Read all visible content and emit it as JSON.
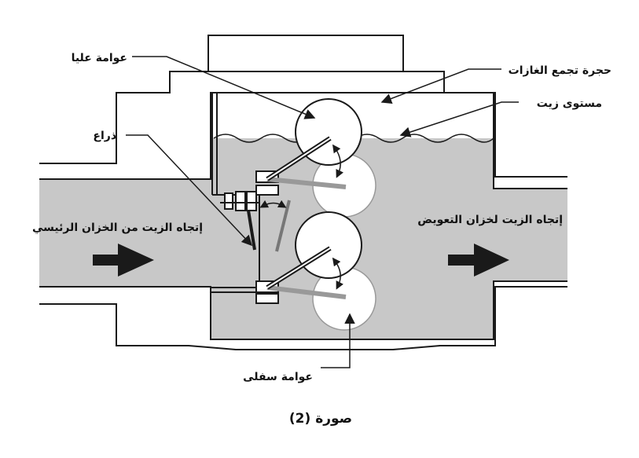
{
  "labels": {
    "upper_float": "عوامة عليا",
    "gas_chamber": "حجرة تجمع الغازات",
    "oil_level": "مستوى زيت",
    "arm": "ذراع",
    "flow_from_main": "إتجاه الزيت من الخزان الرئيسي",
    "flow_to_conservator": "إتجاه الزيت لخزان التعويض",
    "lower_float": "عوامة سفلى"
  },
  "caption": "صورة (2)",
  "colors": {
    "oil": "#c8c8c8",
    "outline": "#1a1a1a",
    "float_fill": "#ffffff",
    "arrow": "#1a1a1a"
  }
}
